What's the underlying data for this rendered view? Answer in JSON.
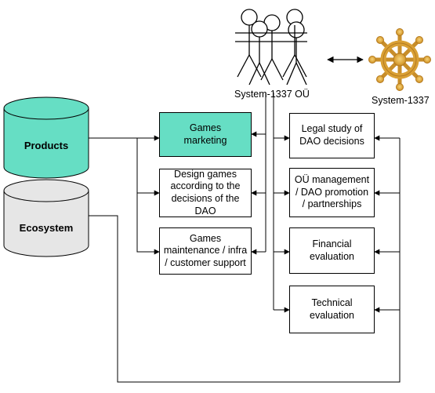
{
  "owner": {
    "label": "System-1337 OÜ"
  },
  "dao": {
    "label": "System-1337"
  },
  "cylinders": {
    "products": {
      "label": "Products",
      "color": "#66dec4"
    },
    "ecosystem": {
      "label": "Ecosystem",
      "color": "#e6e6e6"
    }
  },
  "left_column": [
    {
      "id": "games-marketing",
      "label": "Games marketing",
      "color": "#66dec4"
    },
    {
      "id": "design-games",
      "label": "Design games according to the decisions of the DAO",
      "color": "#ffffff"
    },
    {
      "id": "games-maintenance",
      "label": "Games maintenance / infra / customer support",
      "color": "#ffffff"
    }
  ],
  "right_column": [
    {
      "id": "legal-study",
      "label": "Legal study of DAO decisions"
    },
    {
      "id": "ou-management",
      "label": "OÜ management / DAO promotion / partnerships"
    },
    {
      "id": "financial-eval",
      "label": "Financial evaluation"
    },
    {
      "id": "technical-eval",
      "label": "Technical evaluation"
    }
  ],
  "colors": {
    "accent_teal": "#66dec4",
    "ship_wheel_gold": "#e0a93a",
    "line": "#000000"
  },
  "icons": {
    "people": "people-group-icon",
    "wheel": "ship-wheel-icon"
  }
}
